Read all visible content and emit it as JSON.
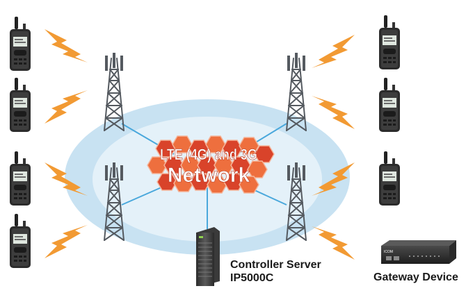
{
  "network": {
    "line1": "LTE (4G) and 3G",
    "line2": "Network"
  },
  "server": {
    "line1": "Controller Server",
    "line2": "IP5000C"
  },
  "gateway": {
    "label": "Gateway Device",
    "brand": "ICOM"
  },
  "colors": {
    "ellipse_outer": "#c8e2f2",
    "ellipse_inner": "#e4f1f9",
    "hex_red": "#d9432a",
    "hex_orange": "#ee6f3e",
    "lightning": "#f29a33",
    "tower": "#555a60",
    "link_line": "#4aa8dc"
  },
  "icons": {
    "radio": "handheld-radio-icon",
    "tower": "cell-tower-icon",
    "bolt": "lightning-bolt-icon",
    "server": "server-icon",
    "gateway": "gateway-device-icon"
  }
}
